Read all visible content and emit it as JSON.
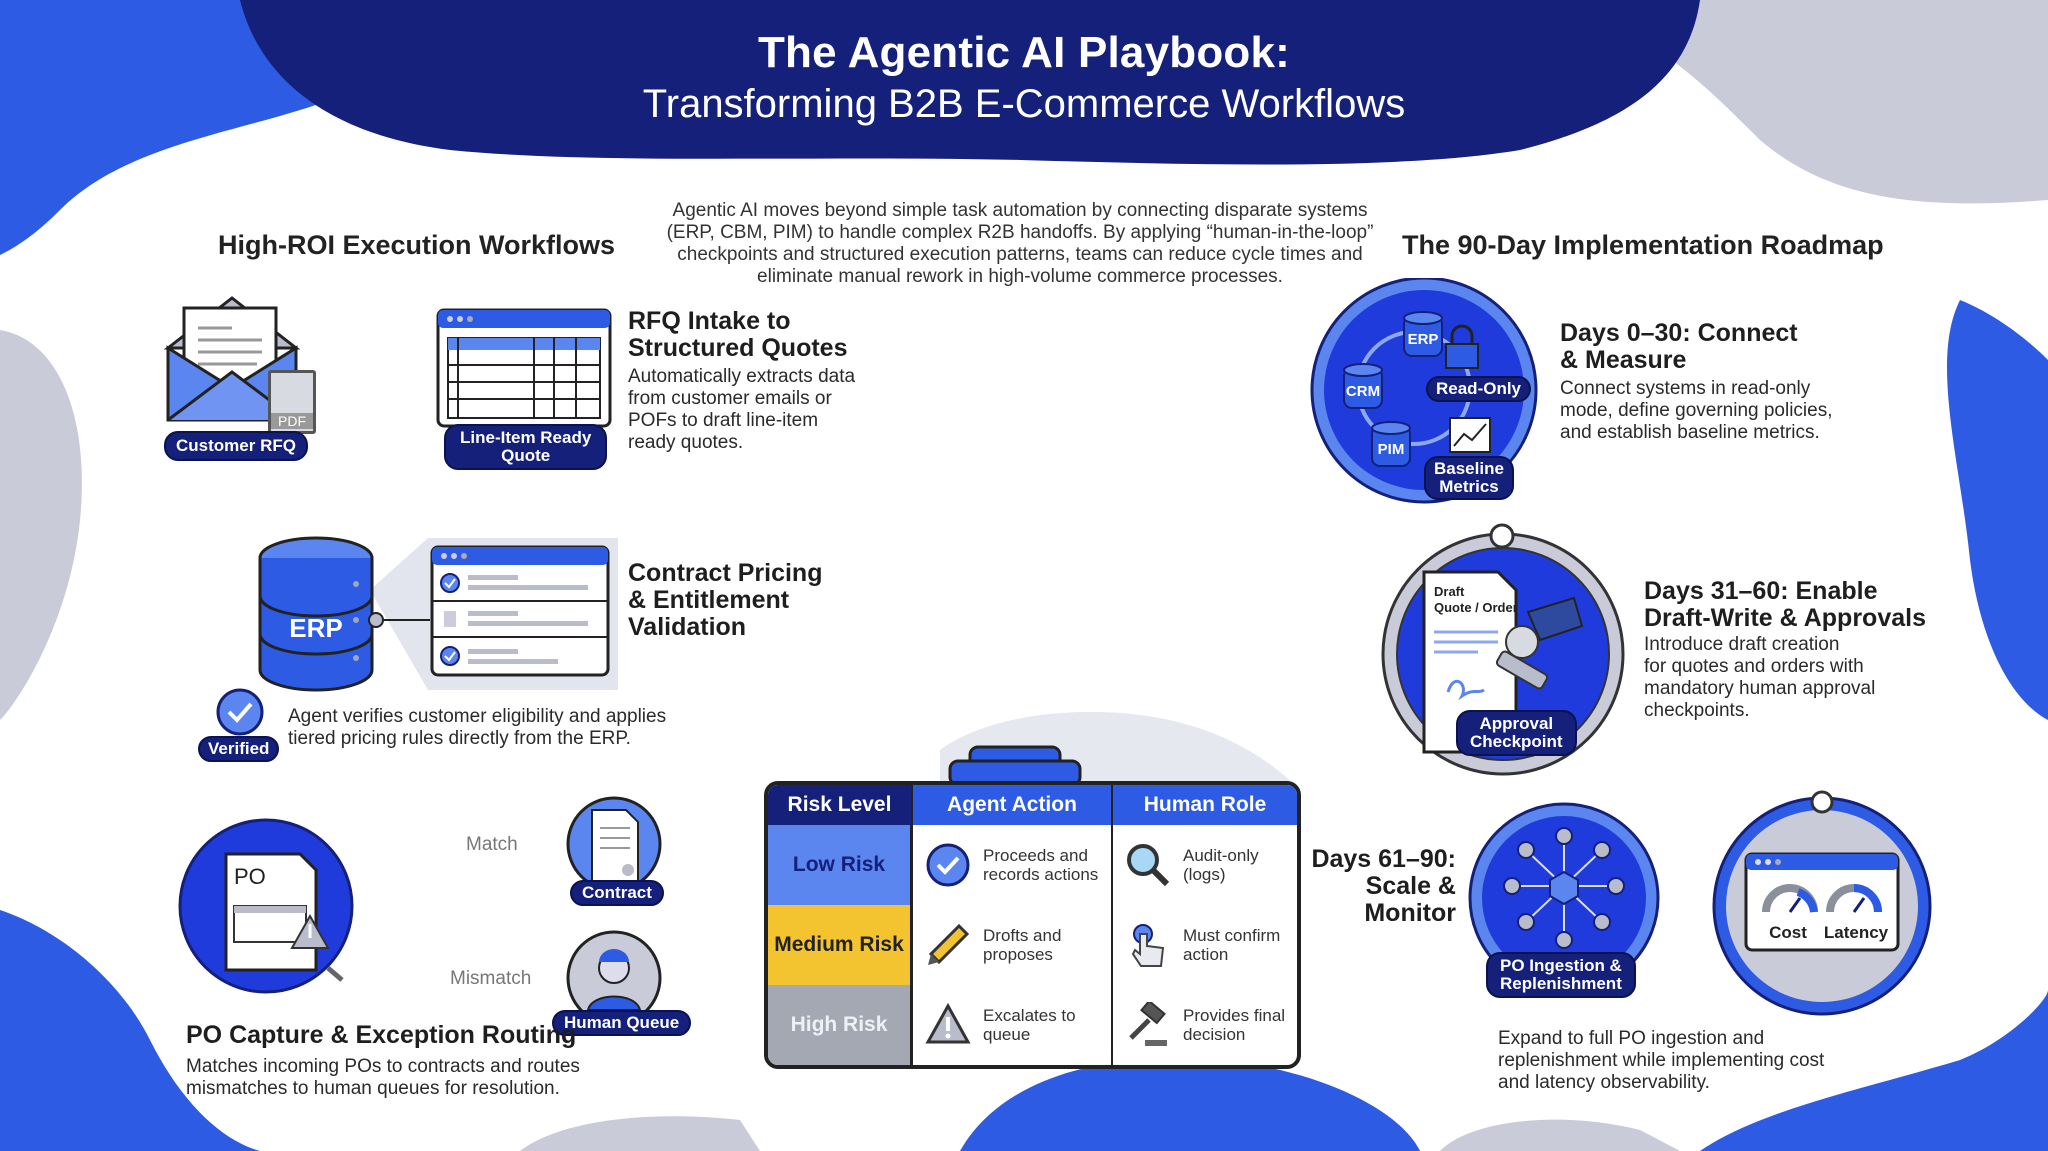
{
  "header": {
    "title": "The Agentic AI Playbook:",
    "subtitle": "Transforming B2B E-Commerce Workflows"
  },
  "intro": "Agentic AI moves beyond simple task automation by connecting disparate systems (ERP, CBM, PIM) to handle complex R2B handoffs. By applying “human-in-the-loop” checkpoints and structured execution patterns, teams can reduce cycle times and eliminate manual rework in high-volume commerce processes.",
  "workflows": {
    "heading": "High-ROI Execution Workflows",
    "rfq": {
      "input_label": "Customer RFQ",
      "pdf_label": "PDF",
      "output_label_1": "Line-Item Ready",
      "output_label_2": "Quote",
      "title_1": "RFQ Intake to",
      "title_2": "Structured Quotes",
      "desc": [
        "Automatically extracts data",
        "from customer emails or",
        "POFs to draft line-item",
        "ready quotes."
      ]
    },
    "contract": {
      "db_label": "ERP",
      "title": [
        "Contract Pricing",
        "& Entitlement",
        "Validation"
      ],
      "badge": "Verified",
      "desc": [
        "Agent verifies customer eligibility and applies",
        "tiered pricing rules directly from the ERP."
      ]
    },
    "po": {
      "doc_label": "PO",
      "match_label": "Match",
      "mismatch_label": "Mismatch",
      "contract_label": "Contract",
      "queue_label": "Human Queue",
      "title": "PO Capture & Exception Routing",
      "desc": [
        "Matches incoming POs to contracts and routes",
        "mismatches to human queues for resolution."
      ]
    }
  },
  "risk_table": {
    "headers": [
      "Risk Level",
      "Agent Action",
      "Human Role"
    ],
    "rows": [
      {
        "level": "Low Risk",
        "action": [
          "Proceeds and",
          "records actions"
        ],
        "action_icon": "check-circle-icon",
        "role": [
          "Audit-only",
          "(logs)"
        ],
        "role_icon": "magnifier-icon"
      },
      {
        "level": "Medium Risk",
        "action": [
          "Drofts and",
          "proposes"
        ],
        "action_icon": "pencil-icon",
        "role": [
          "Must confirm",
          "action"
        ],
        "role_icon": "tap-hand-icon"
      },
      {
        "level": "High Risk",
        "action": [
          "Excalates to",
          "queue"
        ],
        "action_icon": "warning-icon",
        "role": [
          "Provides final",
          "decision"
        ],
        "role_icon": "gavel-icon"
      }
    ],
    "colors": {
      "low": "#5b86ef",
      "medium": "#f4c430",
      "high": "#a3a8b3"
    }
  },
  "roadmap": {
    "heading": "The 90-Day Implementation Roadmap",
    "phase1": {
      "title_1": "Days 0–30: Connect",
      "title_2": "& Measure",
      "desc": [
        "Connect systems in read-only",
        "mode, define governing policies,",
        "and establish baseline metrics."
      ],
      "nodes": [
        "ERP",
        "CRM",
        "PIM"
      ],
      "lock_label": "Read-Only",
      "metrics_label_1": "Baseline",
      "metrics_label_2": "Metrics"
    },
    "phase2": {
      "title_1": "Days 31–60: Enable",
      "title_2": "Draft-Write & Approvals",
      "desc": [
        "Introduce draft creation",
        "for quotes and orders with",
        "mandatory human approval",
        "checkpoints."
      ],
      "doc_label_1": "Draft",
      "doc_label_2": "Quote / Order",
      "badge_1": "Approval",
      "badge_2": "Checkpoint"
    },
    "phase3": {
      "title": [
        "Days 61–90:",
        "Scale &",
        "Monitor"
      ],
      "badge_1": "PO Ingestion &",
      "badge_2": "Replenishment",
      "gauge_1": "Cost",
      "gauge_2": "Latency",
      "desc": [
        "Expand to full PO ingestion and",
        "replenishment while implementing cost",
        "and latency observability."
      ]
    }
  },
  "palette": {
    "navy": "#14207a",
    "blue": "#2d5be3",
    "light_blue": "#5b86ef",
    "gray": "#b8bccb",
    "yellow": "#f4c430"
  }
}
